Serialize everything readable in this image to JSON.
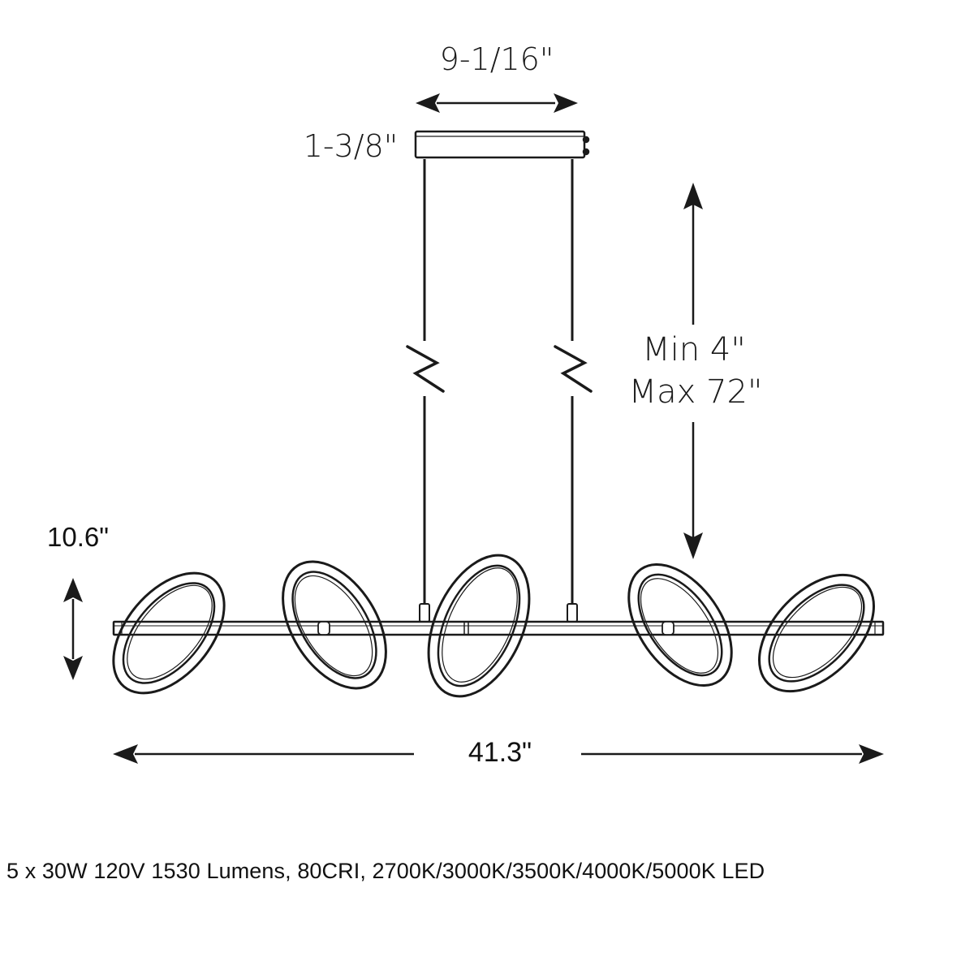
{
  "dimensions": {
    "canopy_width": "9-1/16\"",
    "canopy_height": "1-3/8\"",
    "suspension_min": "Min 4\"",
    "suspension_max": "Max 72\"",
    "fixture_height": "10.6\"",
    "fixture_length": "41.3\""
  },
  "specs": {
    "text": "5 x 30W 120V 1530 Lumens, 80CRI, 2700K/3000K/3500K/4000K/5000K LED"
  },
  "colors": {
    "line": "#1a1a1a",
    "background": "#ffffff"
  }
}
